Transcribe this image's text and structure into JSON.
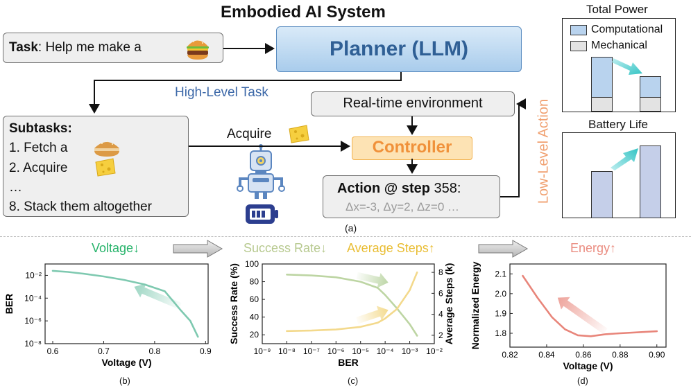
{
  "title": "Embodied AI System",
  "task": {
    "label": "Task",
    "text": ": Help me make a"
  },
  "planner": "Planner (LLM)",
  "high_level": "High-Level Task",
  "realtime": "Real-time environment",
  "subtasks": {
    "heading": "Subtasks:",
    "items": [
      "1. Fetch a",
      "2. Acquire",
      "…",
      "8. Stack them altogether"
    ]
  },
  "acquire": "Acquire",
  "controller": "Controller",
  "action": {
    "prefix": "Action @ ",
    "step_word": "step",
    "step_num": " 358:",
    "deltas": "Δx=-3, Δy=2, Δz=0 …"
  },
  "low_level": "Low-Level Action",
  "panel_a_label": "(a)",
  "power": {
    "title": "Total Power",
    "legend": [
      "Computational",
      "Mechanical"
    ],
    "colors": {
      "computational": "#b9d3ee",
      "mechanical": "#e3e3e3"
    }
  },
  "battery": {
    "title": "Battery Life",
    "color": "#c5cfe9"
  },
  "headers": {
    "voltage": "Voltage↓",
    "success_rate": "Success Rate↓",
    "average_steps": "Average Steps↑",
    "energy": "Energy↑"
  },
  "panel_labels": [
    "(b)",
    "(c)",
    "(d)"
  ],
  "chart_data": [
    {
      "type": "line",
      "xlabel": "Voltage (V)",
      "ylabel": "BER",
      "yscale": "log",
      "xlim": [
        0.585,
        0.905
      ],
      "ylim": [
        1e-08,
        0.1
      ],
      "x_ticks": [
        "0.6",
        "0.7",
        "0.8",
        "0.9"
      ],
      "y_ticks": [
        "10⁻²",
        "10⁻⁴",
        "10⁻⁶",
        "10⁻⁸"
      ],
      "series": [
        {
          "color": "#7ec9b0",
          "x": [
            0.6,
            0.63,
            0.66,
            0.7,
            0.74,
            0.78,
            0.82,
            0.85,
            0.87,
            0.885
          ],
          "y": [
            0.025,
            0.02,
            0.014,
            0.008,
            0.004,
            0.0016,
            0.0004,
            1e-05,
            1e-06,
            4e-08
          ]
        }
      ]
    },
    {
      "type": "line",
      "xlabel": "BER",
      "ylabel": "Success Rate (%)",
      "ylabel_right": "Average Steps (k)",
      "xscale": "log",
      "xlim": [
        1e-09,
        0.01
      ],
      "ylim": [
        10,
        100
      ],
      "ylim_right": [
        1.2,
        8.8
      ],
      "x_ticks": [
        "10⁻⁹",
        "10⁻⁸",
        "10⁻⁷",
        "10⁻⁶",
        "10⁻⁵",
        "10⁻⁴",
        "10⁻³",
        "10⁻²"
      ],
      "y_ticks": [
        "20",
        "40",
        "60",
        "80",
        "100"
      ],
      "y_ticks_right": [
        "2",
        "4",
        "6",
        "8"
      ],
      "series": [
        {
          "color": "#bdd5a3",
          "axis": "left",
          "x": [
            1e-08,
            1e-07,
            1e-06,
            1e-05,
            5e-05,
            0.0001,
            0.0003,
            0.001,
            0.002
          ],
          "y": [
            88,
            87,
            85,
            80,
            73,
            65,
            50,
            32,
            19
          ]
        },
        {
          "color": "#f3d98c",
          "axis": "right",
          "x": [
            1e-08,
            1e-07,
            1e-06,
            1e-05,
            5e-05,
            0.0001,
            0.0003,
            0.001,
            0.002
          ],
          "y": [
            2.4,
            2.45,
            2.55,
            2.8,
            3.2,
            3.6,
            4.5,
            6.3,
            8.0
          ]
        }
      ]
    },
    {
      "type": "line",
      "xlabel": "Voltage (V)",
      "ylabel": "Normalized Energy",
      "xlim": [
        0.82,
        0.905
      ],
      "ylim": [
        1.73,
        2.15
      ],
      "x_ticks": [
        "0.82",
        "0.84",
        "0.86",
        "0.88",
        "0.90"
      ],
      "y_ticks": [
        "2.1",
        "2.0",
        "1.9",
        "1.8"
      ],
      "series": [
        {
          "color": "#e8857a",
          "x": [
            0.827,
            0.835,
            0.843,
            0.85,
            0.857,
            0.864,
            0.872,
            0.88,
            0.89,
            0.9
          ],
          "y": [
            2.09,
            1.98,
            1.88,
            1.82,
            1.79,
            1.785,
            1.795,
            1.8,
            1.805,
            1.81
          ]
        }
      ]
    }
  ]
}
